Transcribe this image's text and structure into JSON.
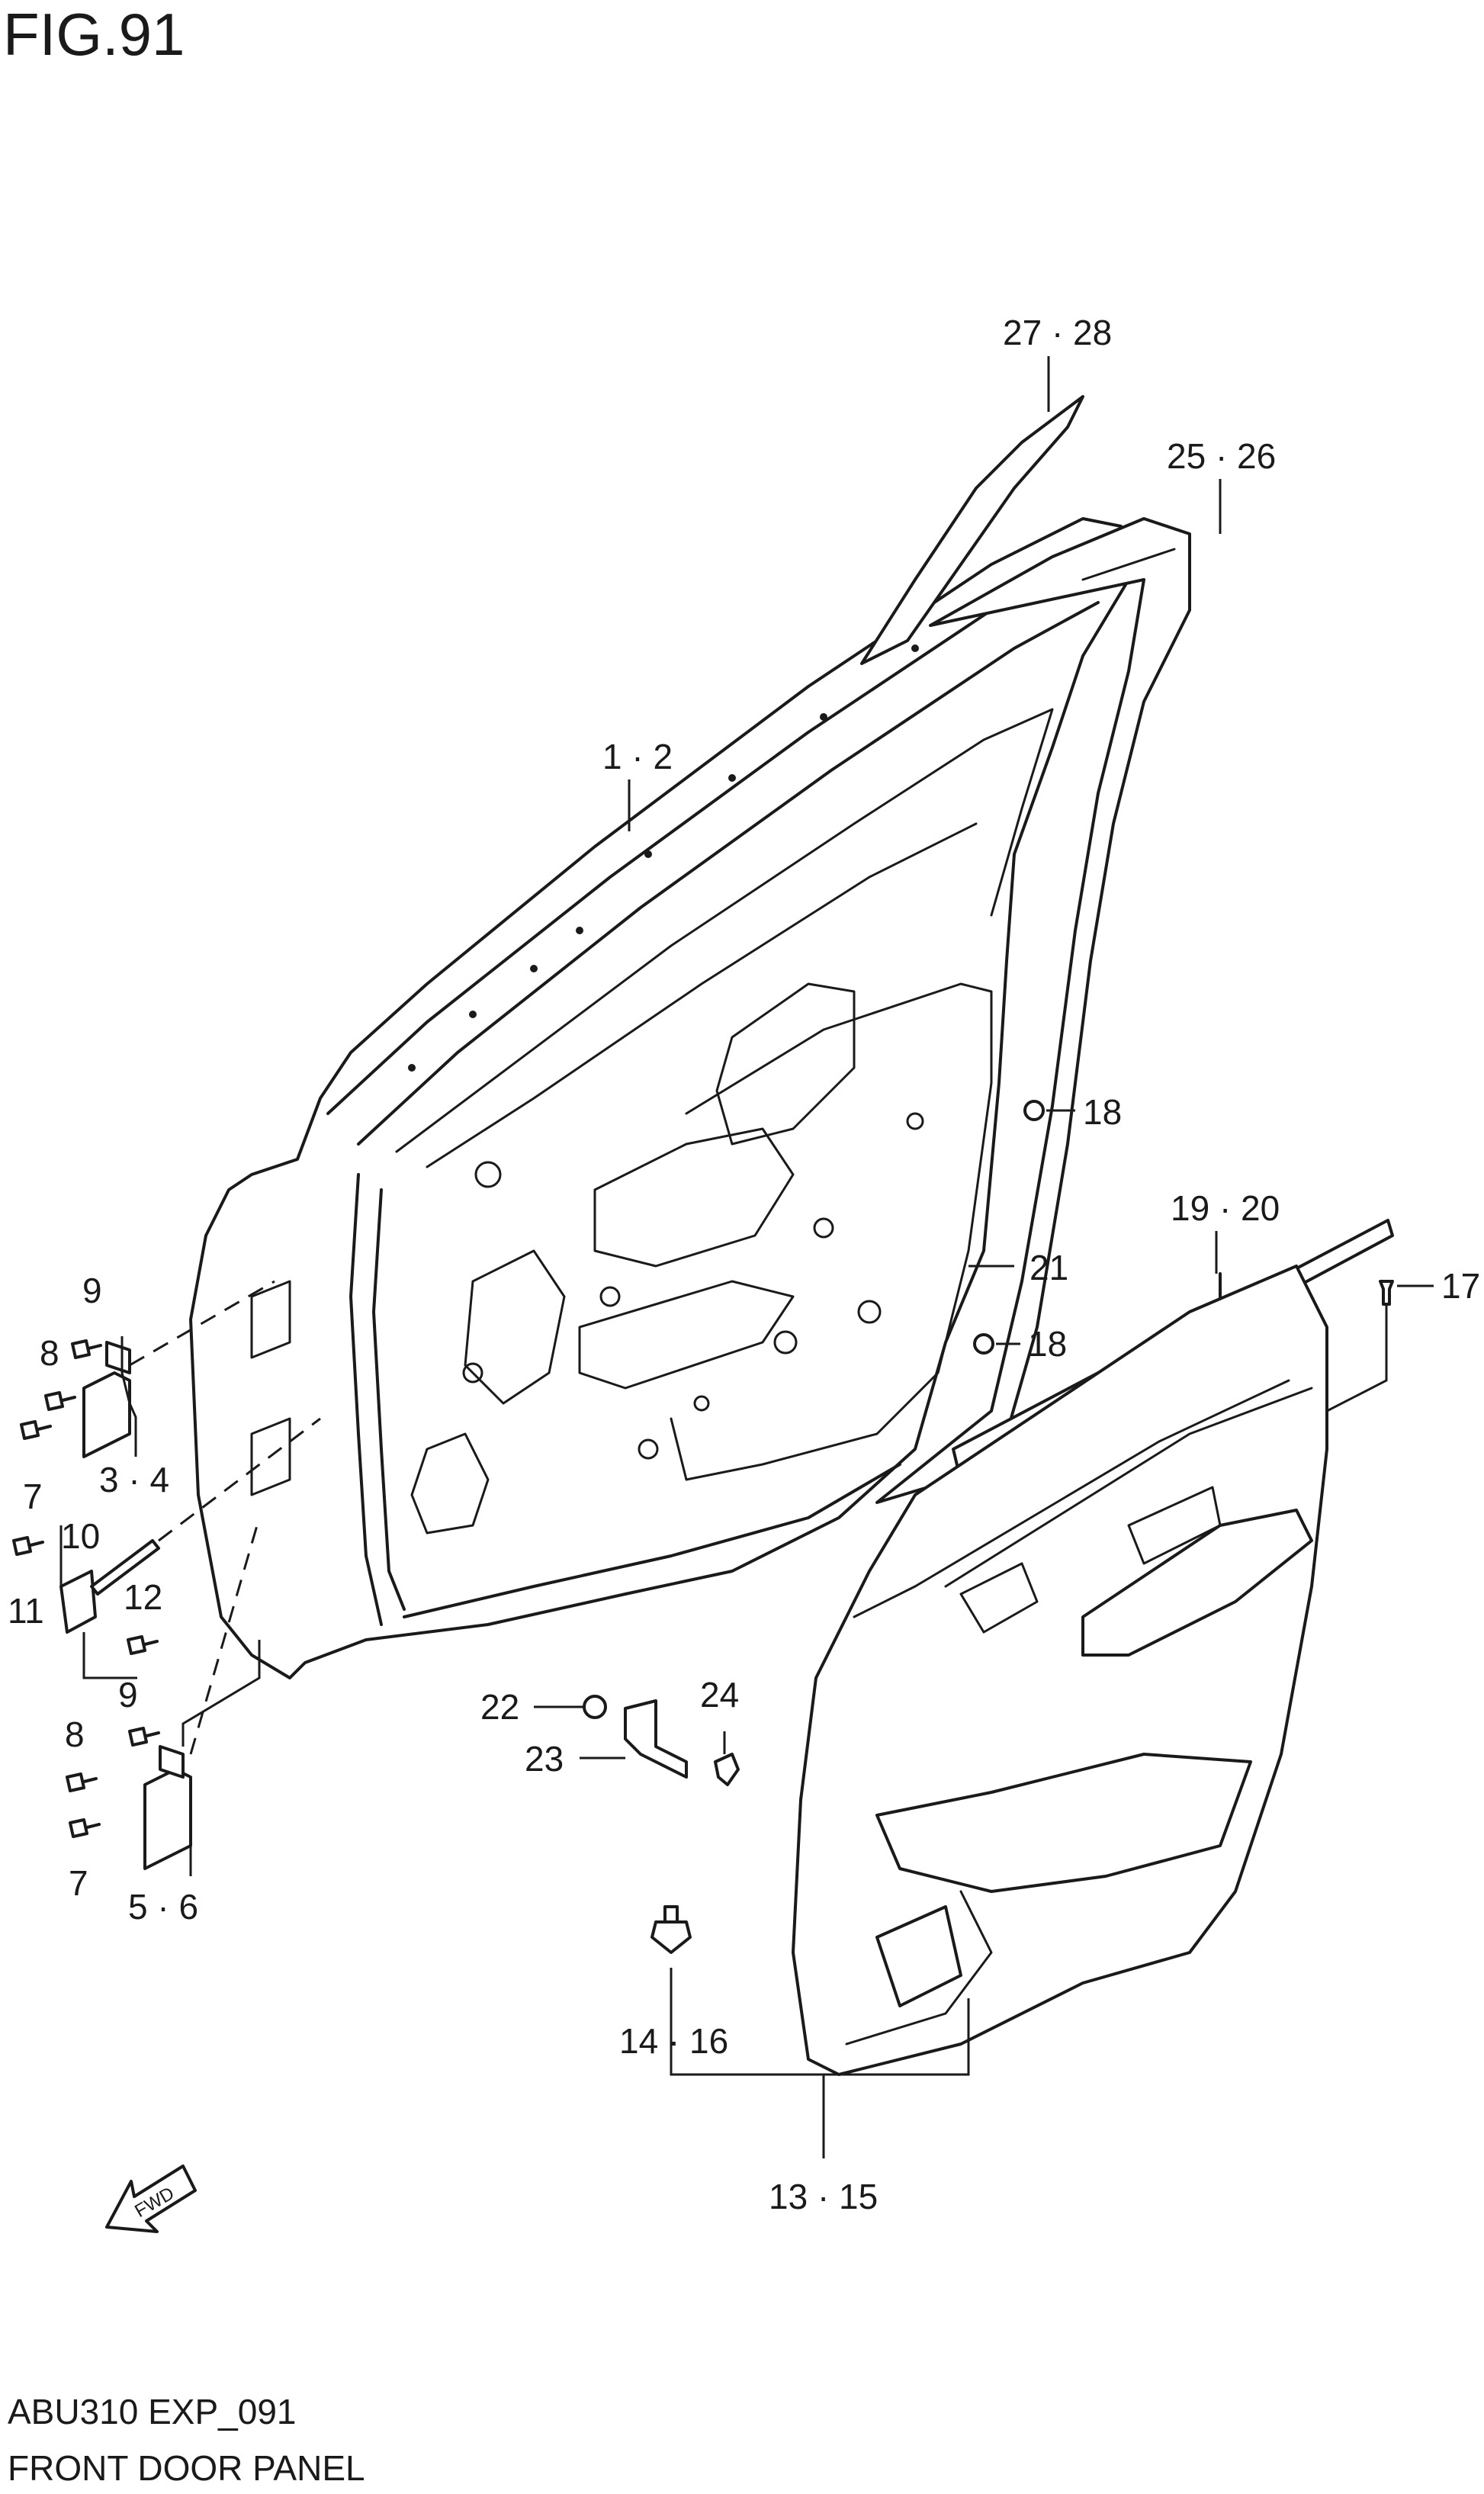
{
  "figure": {
    "title": "FIG.91",
    "code": "ABU310 EXP_091",
    "name": "FRONT DOOR PANEL"
  },
  "callouts": {
    "c27_28": "27 · 28",
    "c25_26": "25 · 26",
    "c1_2": "1 · 2",
    "c18a": "18",
    "c18b": "18",
    "c21": "21",
    "c19_20": "19 · 20",
    "c17": "17",
    "c9a": "9",
    "c8a": "8",
    "c3_4": "3 · 4",
    "c7a": "7",
    "c10": "10",
    "c11": "11",
    "c12": "12",
    "c9b": "9",
    "c8b": "8",
    "c7b": "7",
    "c5_6": "5 · 6",
    "c22": "22",
    "c23": "23",
    "c24": "24",
    "c14_16": "14 · 16",
    "c13_15": "13 · 15"
  },
  "fwd_arrow": {
    "label": "FWD",
    "icon": "fwd-arrow-icon"
  }
}
